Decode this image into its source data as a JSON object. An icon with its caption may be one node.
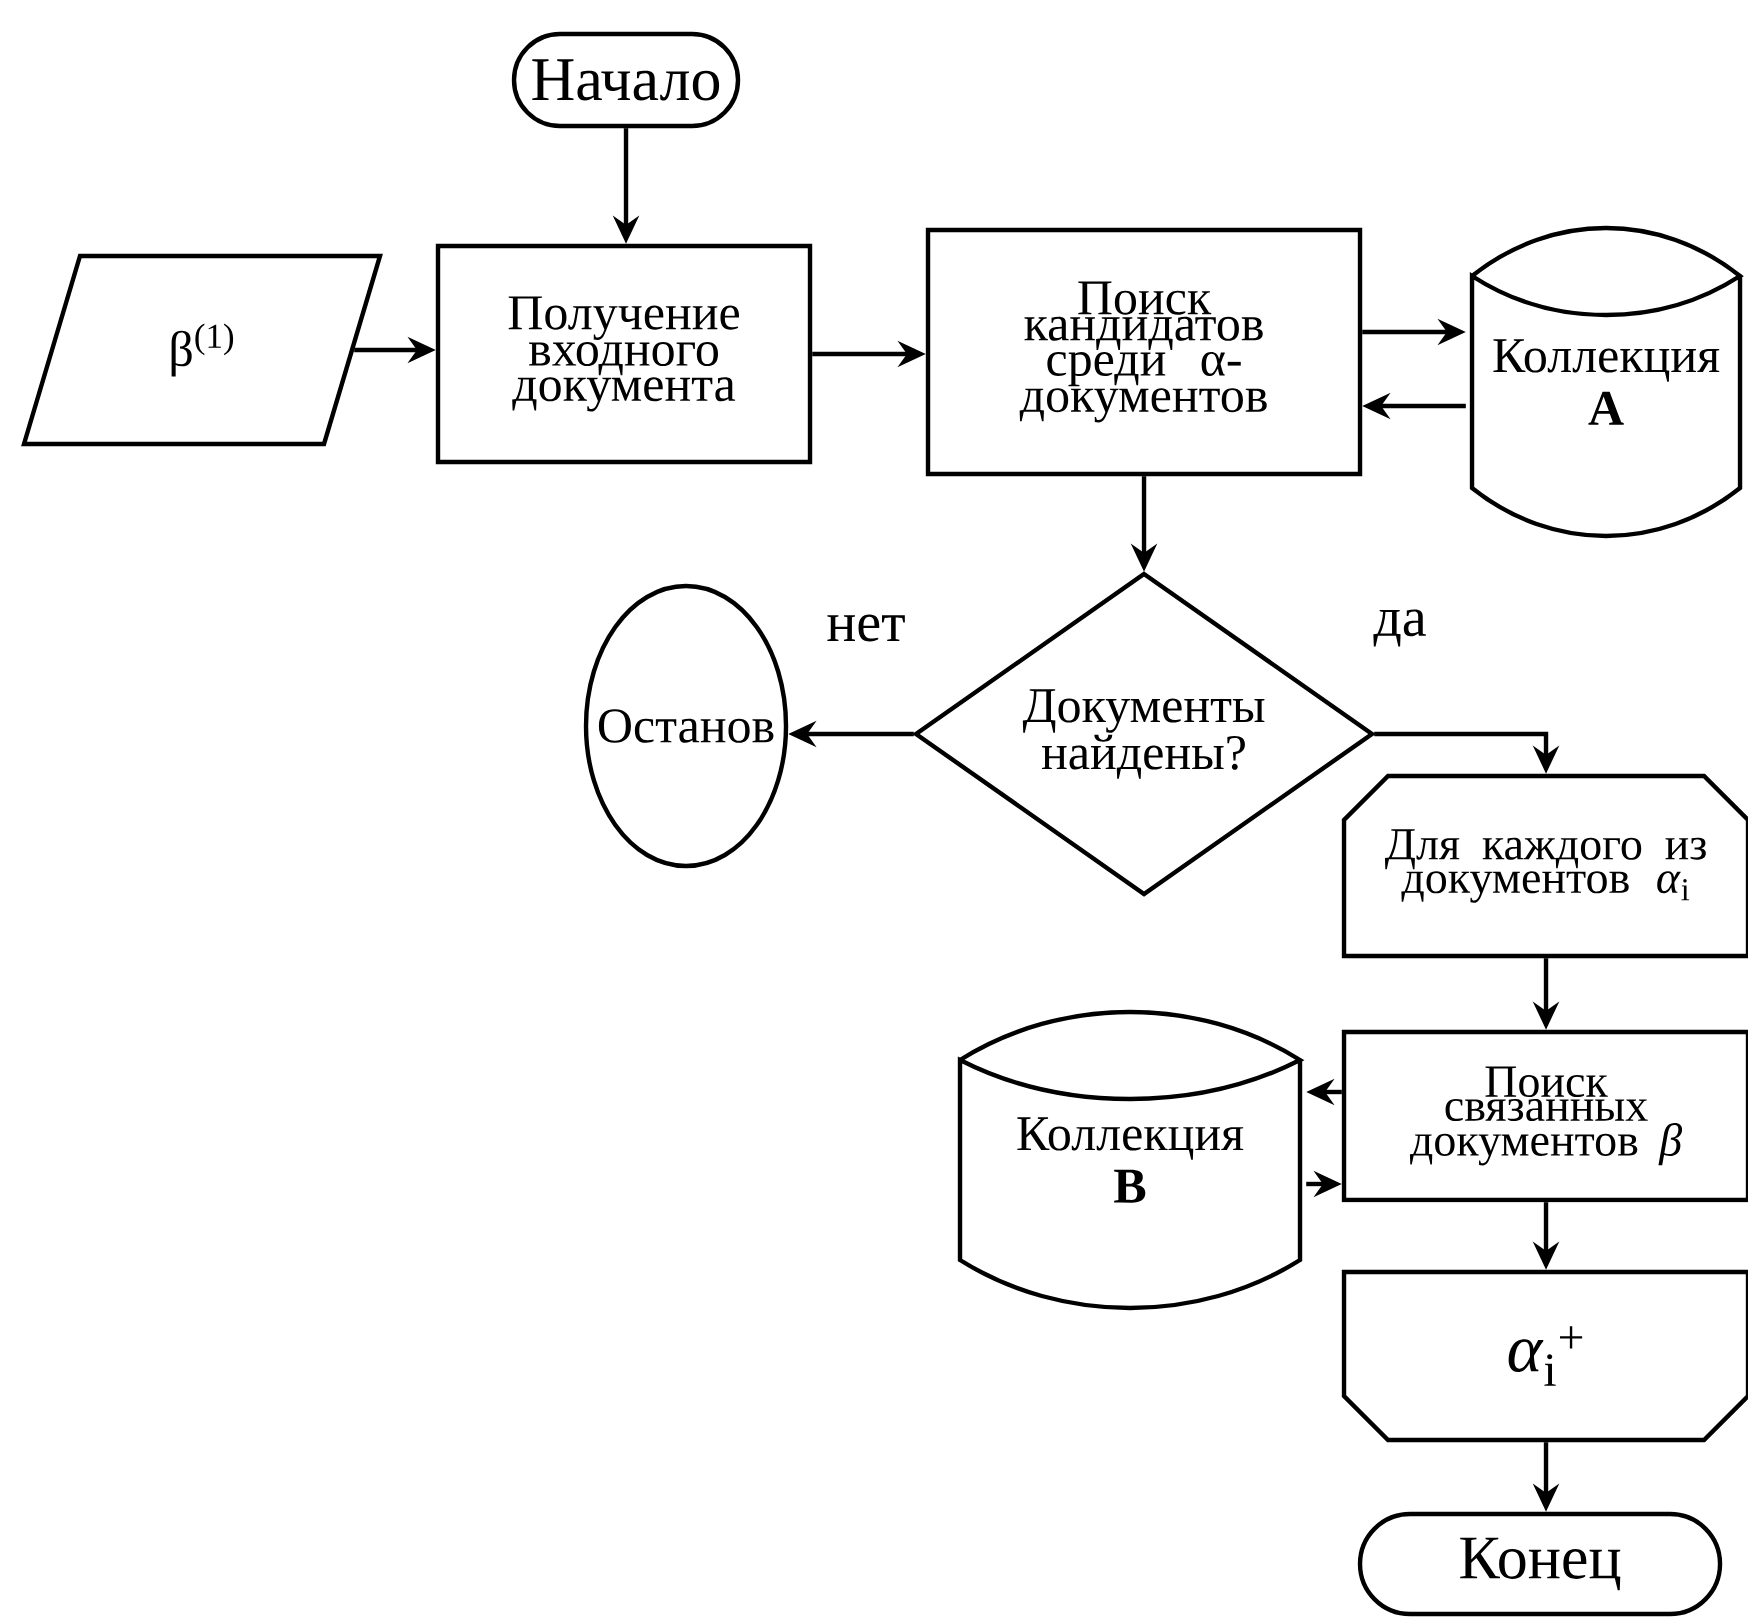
{
  "diagram": {
    "nodes": [
      {
        "text": [
          "Начало"
        ]
      },
      {
        "text": [
          "β$^{(1)}$"
        ]
      },
      {
        "text": [
          "Получение входного документа"
        ]
      },
      {
        "text": [
          "Поиск кандидатов среди α-документов"
        ]
      },
      {
        "text": [
          "Коллекция",
          "A"
        ]
      },
      {
        "text": [
          "Останов"
        ]
      },
      {
        "text": [
          "Документы найдены?"
        ]
      },
      {
        "text": [
          "Для каждого из документов *α*$_{i}$"
        ]
      },
      {
        "text": [
          "Коллекция",
          "B"
        ]
      },
      {
        "text": [
          "Поиск связанных документов *β*"
        ]
      },
      {
        "text": [
          "*α*$_{i}$$^{+}$"
        ]
      },
      {
        "text": [
          "Конец"
        ]
      }
    ],
    "edges": [
      {
        "from": 0,
        "to": 2,
        "arrow": "to"
      },
      {
        "from": 1,
        "to": 2,
        "arrow": "to"
      },
      {
        "from": 2,
        "to": 3,
        "arrow": "to"
      },
      {
        "from": 3,
        "to": 4,
        "arrow": "to"
      },
      {
        "from": 4,
        "to": 3,
        "arrow": "to"
      },
      {
        "from": 3,
        "to": 6,
        "arrow": "to"
      },
      {
        "from": 6,
        "to": 5,
        "arrow": "to",
        "label": "нет"
      },
      {
        "from": 6,
        "to": 7,
        "arrow": "to",
        "label": "да"
      },
      {
        "from": 7,
        "to": 9,
        "arrow": "to"
      },
      {
        "from": 9,
        "to": 8,
        "arrow": "to"
      },
      {
        "from": 8,
        "to": 9,
        "arrow": "to"
      },
      {
        "from": 9,
        "to": 10,
        "arrow": "to"
      },
      {
        "from": 10,
        "to": 11,
        "arrow": "to"
      }
    ]
  }
}
